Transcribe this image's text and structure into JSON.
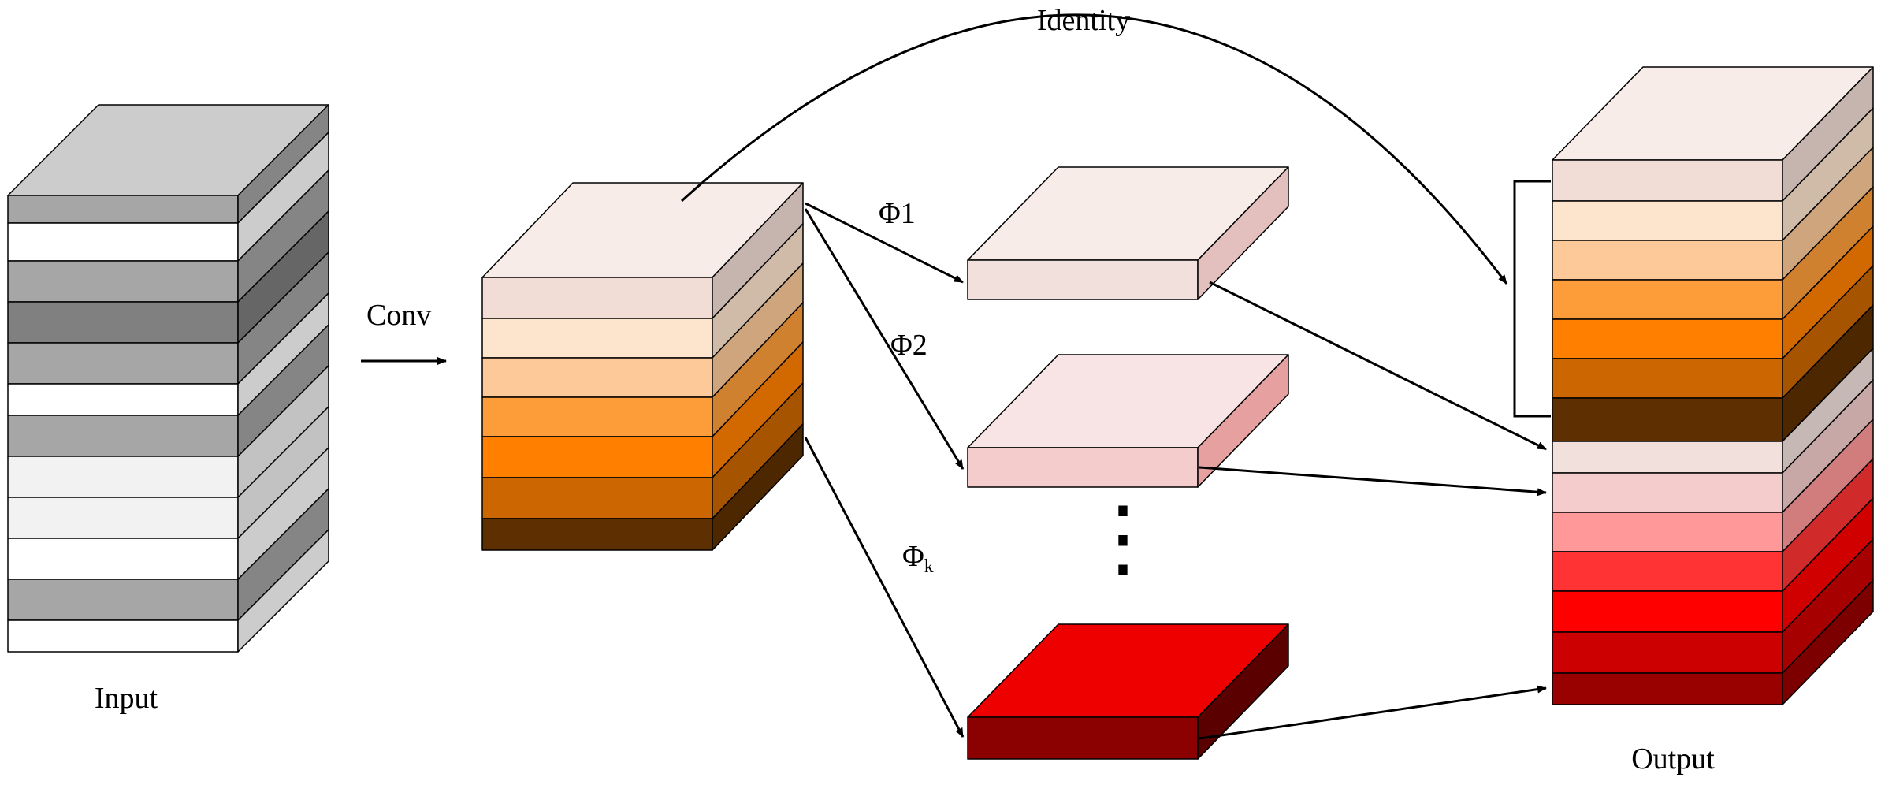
{
  "labels": {
    "input": "Input",
    "conv": "Conv",
    "identity": "Identity",
    "phi1": "Φ1",
    "phi2": "Φ2",
    "phik": "Φ",
    "phik_sub": "k",
    "dots": "⋮",
    "output": "Output"
  },
  "colors": {
    "input_layers": [
      "#a6a6a6",
      "#ffffff",
      "#a6a6a6",
      "#808080",
      "#a6a6a6",
      "#ffffff",
      "#a6a6a6",
      "#f2f2f2",
      "#f2f2f2",
      "#ffffff",
      "#a6a6a6",
      "#ffffff"
    ],
    "input_top": "#cccccc",
    "conv_layers": [
      "#f2dcd6",
      "#fde4cc",
      "#fdc999",
      "#fd9d3a",
      "#ff8000",
      "#cc6600",
      "#5e2f00"
    ],
    "conv_top": "#f8ece9",
    "feature_maps": [
      {
        "top": "#f8ece9",
        "front": "#f2e0dc",
        "side": "#e3c0bd"
      },
      {
        "top": "#f8e4e4",
        "front": "#f4cccc",
        "side": "#e6a0a0"
      },
      {
        "top": "#ee0000",
        "front": "#8b0000",
        "side": "#5a0000"
      }
    ],
    "output_layers": [
      "#f2dcd6",
      "#fde4cc",
      "#fdc999",
      "#fd9d3a",
      "#ff8000",
      "#cc6600",
      "#5e2f00",
      "#f2e0dc",
      "#f4cccc",
      "#ff9999",
      "#ff3333",
      "#ff0000",
      "#cc0000",
      "#990000"
    ],
    "output_top": "#f8ece9",
    "stroke": "#000000"
  }
}
